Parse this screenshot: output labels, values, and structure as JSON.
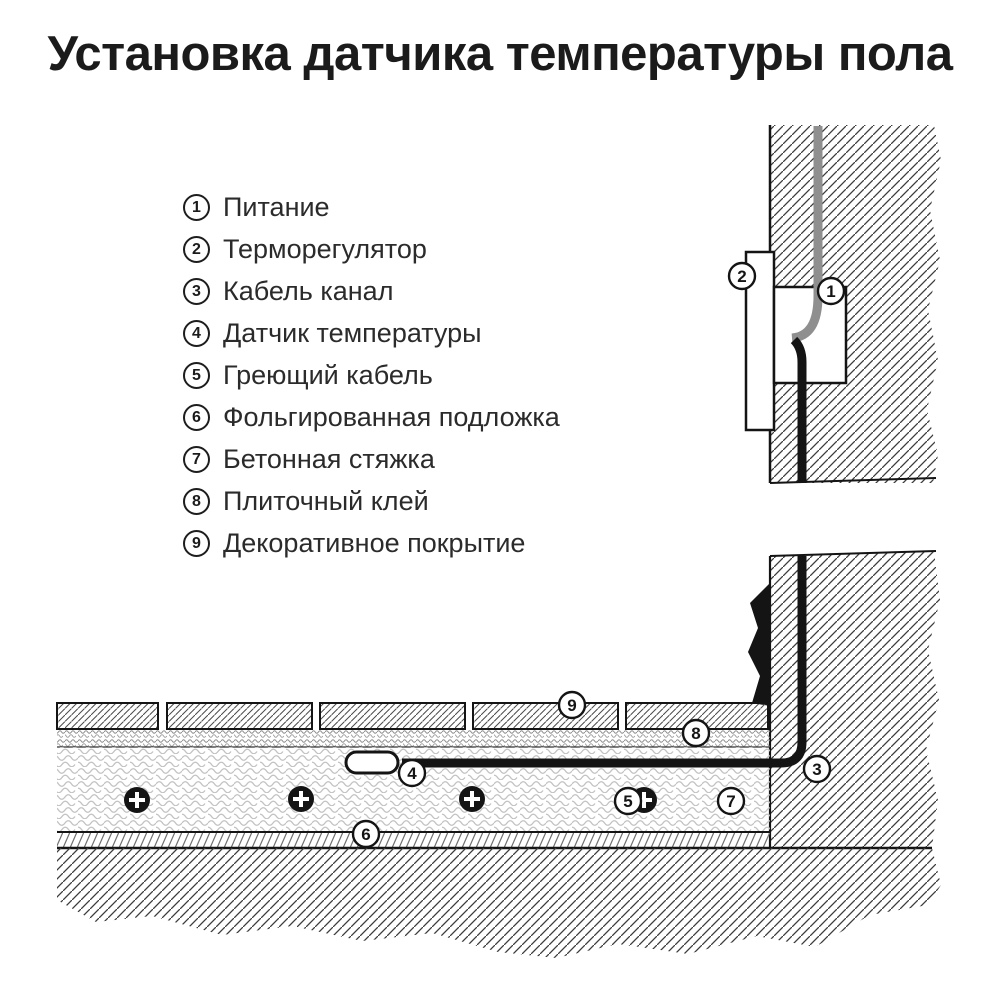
{
  "title": "Установка датчика температуры пола",
  "legend": {
    "items": [
      {
        "num": "1",
        "label": "Питание"
      },
      {
        "num": "2",
        "label": "Терморегулятор"
      },
      {
        "num": "3",
        "label": "Кабель канал"
      },
      {
        "num": "4",
        "label": "Датчик температуры"
      },
      {
        "num": "5",
        "label": "Греющий кабель"
      },
      {
        "num": "6",
        "label": "Фольгированная подложка"
      },
      {
        "num": "7",
        "label": "Бетонная стяжка"
      },
      {
        "num": "8",
        "label": "Плиточный клей"
      },
      {
        "num": "9",
        "label": "Декоративное покрытие"
      }
    ]
  },
  "colors": {
    "background": "#ffffff",
    "ink": "#141414",
    "power_cable_gray": "#8f8f8f",
    "screed_wave_gray": "#c2c2c2"
  }
}
